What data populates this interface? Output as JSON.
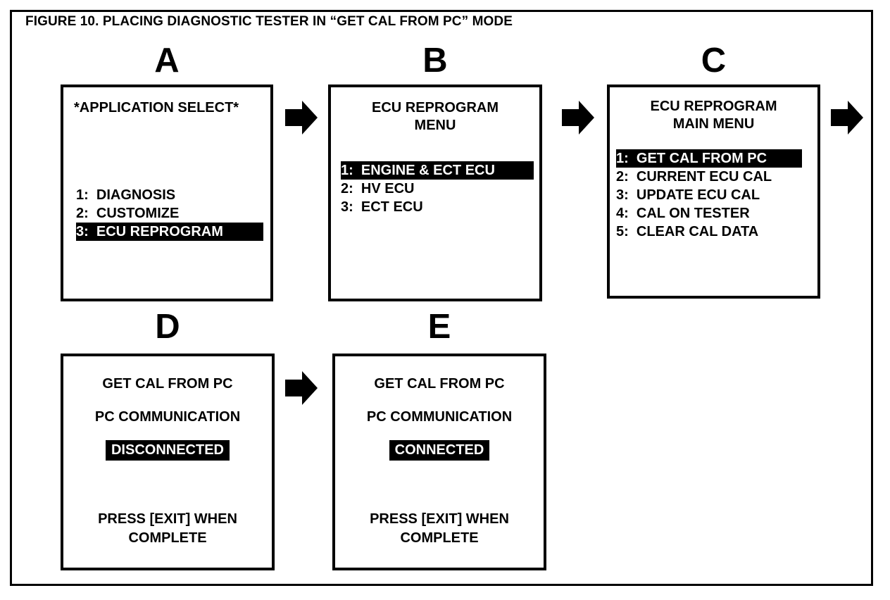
{
  "figure": {
    "title": "FIGURE 10.  PLACING DIAGNOSTIC TESTER IN “GET CAL FROM PC” MODE",
    "frame_color": "#000000",
    "background_color": "#ffffff",
    "text_color": "#000000",
    "highlight_bg": "#000000",
    "highlight_fg": "#ffffff"
  },
  "panels": [
    {
      "letter": "A",
      "title": "*APPLICATION SELECT*",
      "title_align": "left",
      "items": [
        {
          "label": "1:  DIAGNOSIS",
          "selected": false
        },
        {
          "label": "2:  CUSTOMIZE",
          "selected": false
        },
        {
          "label": "3:  ECU REPROGRAM",
          "selected": true
        }
      ]
    },
    {
      "letter": "B",
      "title": "ECU REPROGRAM\nMENU",
      "title_align": "center",
      "items": [
        {
          "label": "1:  ENGINE & ECT ECU",
          "selected": true
        },
        {
          "label": "2:  HV ECU",
          "selected": false
        },
        {
          "label": "3:  ECT ECU",
          "selected": false
        }
      ]
    },
    {
      "letter": "C",
      "title": "ECU REPROGRAM\nMAIN MENU",
      "title_align": "center",
      "items": [
        {
          "label": "1:  GET CAL FROM PC",
          "selected": true
        },
        {
          "label": "2:  CURRENT ECU CAL",
          "selected": false
        },
        {
          "label": "3:  UPDATE ECU CAL",
          "selected": false
        },
        {
          "label": "4:  CAL ON TESTER",
          "selected": false
        },
        {
          "label": "5:  CLEAR CAL DATA",
          "selected": false
        }
      ]
    },
    {
      "letter": "D",
      "title": "GET CAL FROM PC",
      "title_align": "center",
      "subtitle": "PC COMMUNICATION",
      "status": "DISCONNECTED",
      "status_highlighted": true,
      "footer": "PRESS [EXIT] WHEN\nCOMPLETE"
    },
    {
      "letter": "E",
      "title": "GET CAL FROM PC",
      "title_align": "center",
      "subtitle": "PC COMMUNICATION",
      "status": "CONNECTED",
      "status_highlighted": true,
      "footer": "PRESS [EXIT] WHEN\nCOMPLETE"
    }
  ],
  "arrows": [
    {
      "name": "arrow-a-to-b",
      "direction": "right"
    },
    {
      "name": "arrow-b-to-c",
      "direction": "right"
    },
    {
      "name": "arrow-c-to-d",
      "direction": "right"
    },
    {
      "name": "arrow-d-to-e",
      "direction": "right"
    }
  ]
}
